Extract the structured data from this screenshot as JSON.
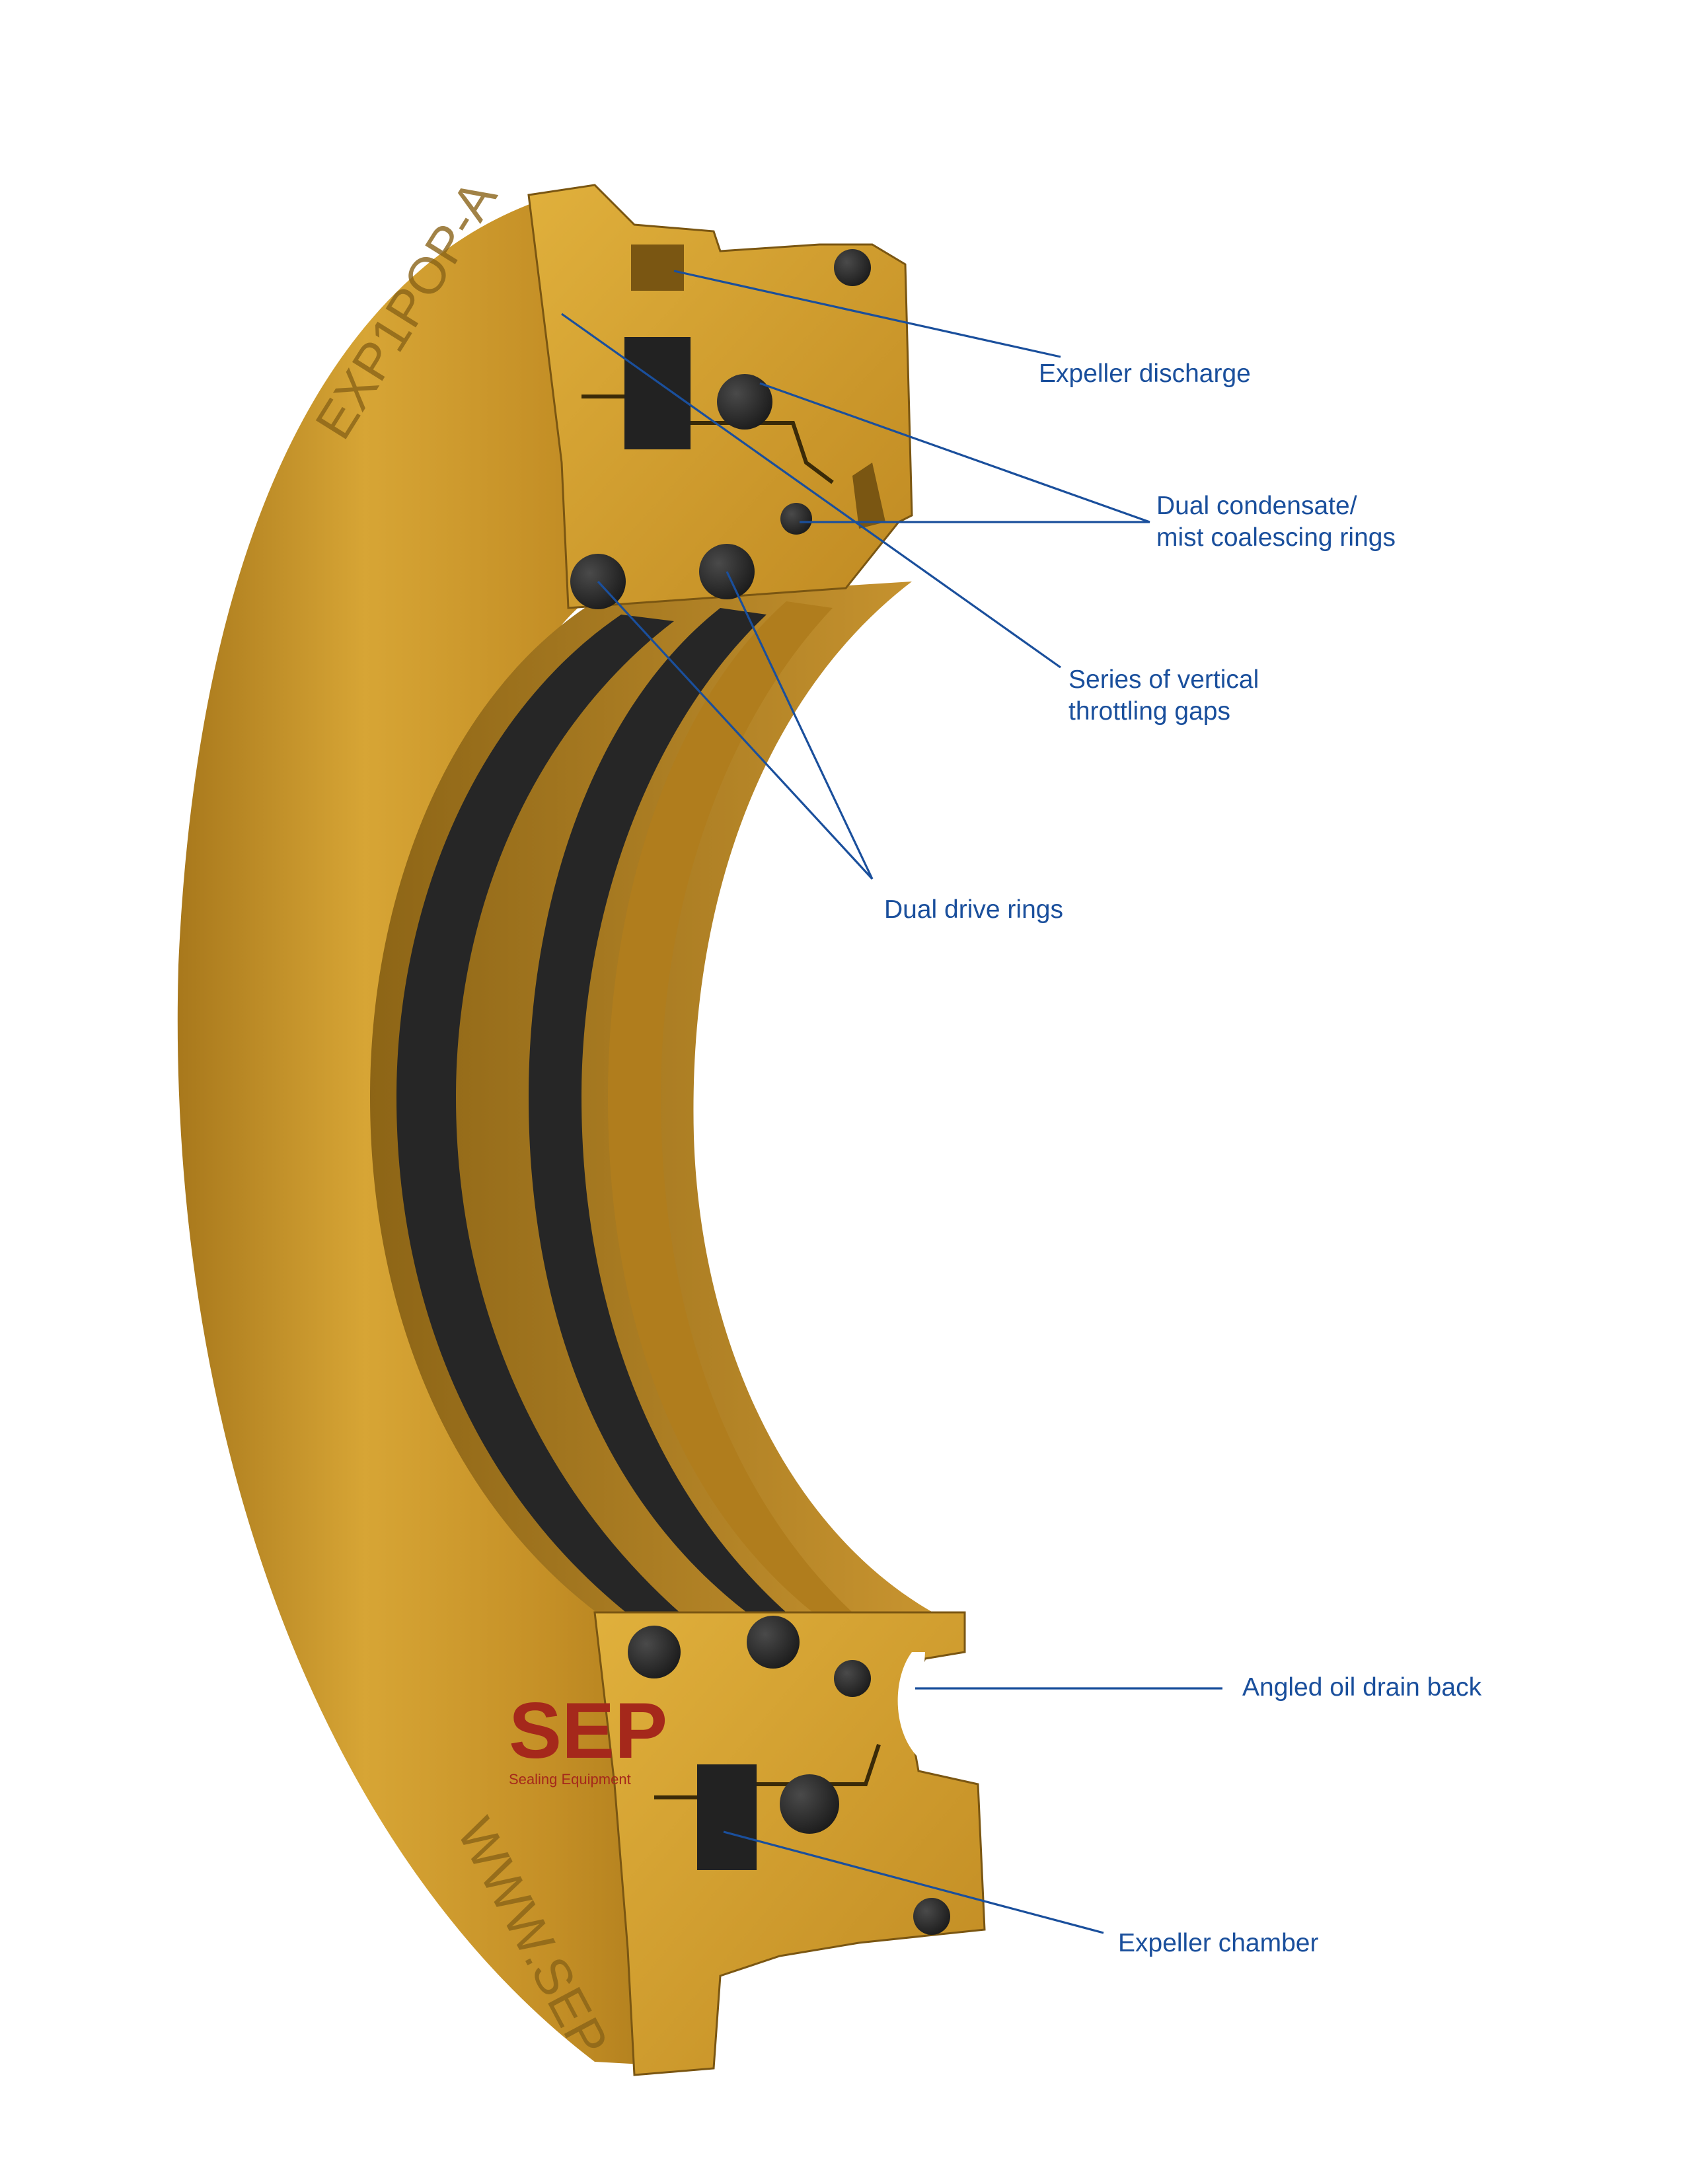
{
  "part_engraving": "EXP1POP-A",
  "brand_logo_text": "SEP",
  "brand_tagline": "Sealing Equipment",
  "website_engraving": "WWW.SEP",
  "colors": {
    "body_bronze": "#c8962a",
    "body_highlight": "#ddb03c",
    "body_shadow": "#8a6418",
    "oring_black": "#2a2a2a",
    "callout_blue": "#1a4f9c",
    "logo_red": "#a5281b"
  },
  "callouts": {
    "expeller_discharge": "Expeller discharge",
    "dual_condensate_line1": "Dual condensate/",
    "dual_condensate_line2": "mist coalescing rings",
    "vertical_gaps_line1": "Series of vertical",
    "vertical_gaps_line2": "throttling gaps",
    "dual_drive_rings": "Dual drive rings",
    "angled_oil_drain": "Angled oil drain back",
    "expeller_chamber": "Expeller chamber"
  }
}
